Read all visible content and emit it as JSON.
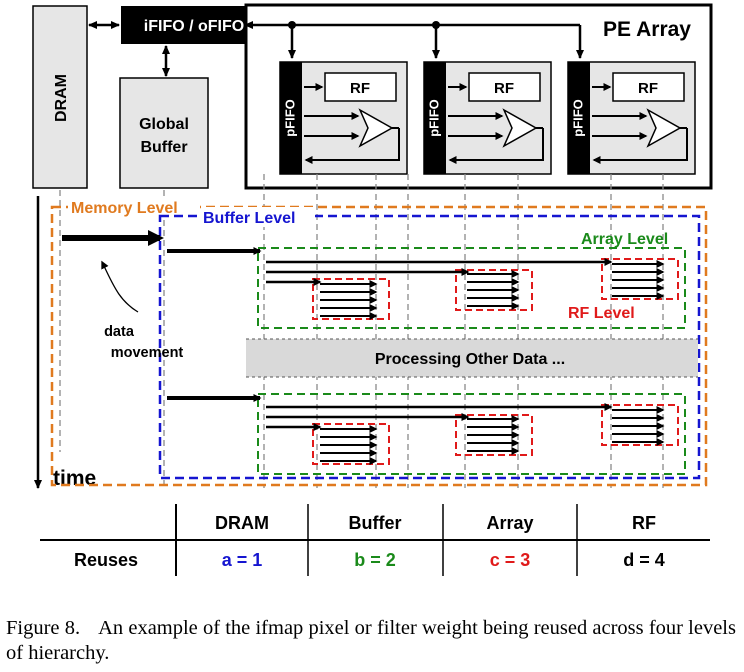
{
  "diagram": {
    "dram_label": "DRAM",
    "fifo_label": "iFIFO / oFIFO",
    "global_buffer_label_1": "Global",
    "global_buffer_label_2": "Buffer",
    "pe_array_label": "PE Array",
    "pe_units": [
      {
        "pfifo": "pFIFO",
        "rf": "RF"
      },
      {
        "pfifo": "pFIFO",
        "rf": "RF"
      },
      {
        "pfifo": "pFIFO",
        "rf": "RF"
      }
    ],
    "levels": {
      "memory": "Memory Level",
      "buffer": "Buffer Level",
      "array": "Array Level",
      "rf": "RF Level"
    },
    "data_movement_1": "data",
    "data_movement_2": "movement",
    "processing_other": "Processing Other Data ...",
    "time_label": "time",
    "colors": {
      "memory": "#e07a1f",
      "buffer": "#1515d0",
      "array": "#1a8a1a",
      "rf": "#e01a1a",
      "gray_fill": "#d9d9d9"
    }
  },
  "table": {
    "columns": [
      "DRAM",
      "Buffer",
      "Array",
      "RF"
    ],
    "row_label": "Reuses",
    "values": [
      "a = 1",
      "b = 2",
      "c = 3",
      "d = 4"
    ],
    "value_colors": [
      "#1515d0",
      "#1a8a1a",
      "#e01a1a",
      "#000000"
    ]
  },
  "caption": {
    "lead": "Figure 8.",
    "text": "An example of the ifmap pixel or filter weight being reused across four levels of hierarchy."
  }
}
